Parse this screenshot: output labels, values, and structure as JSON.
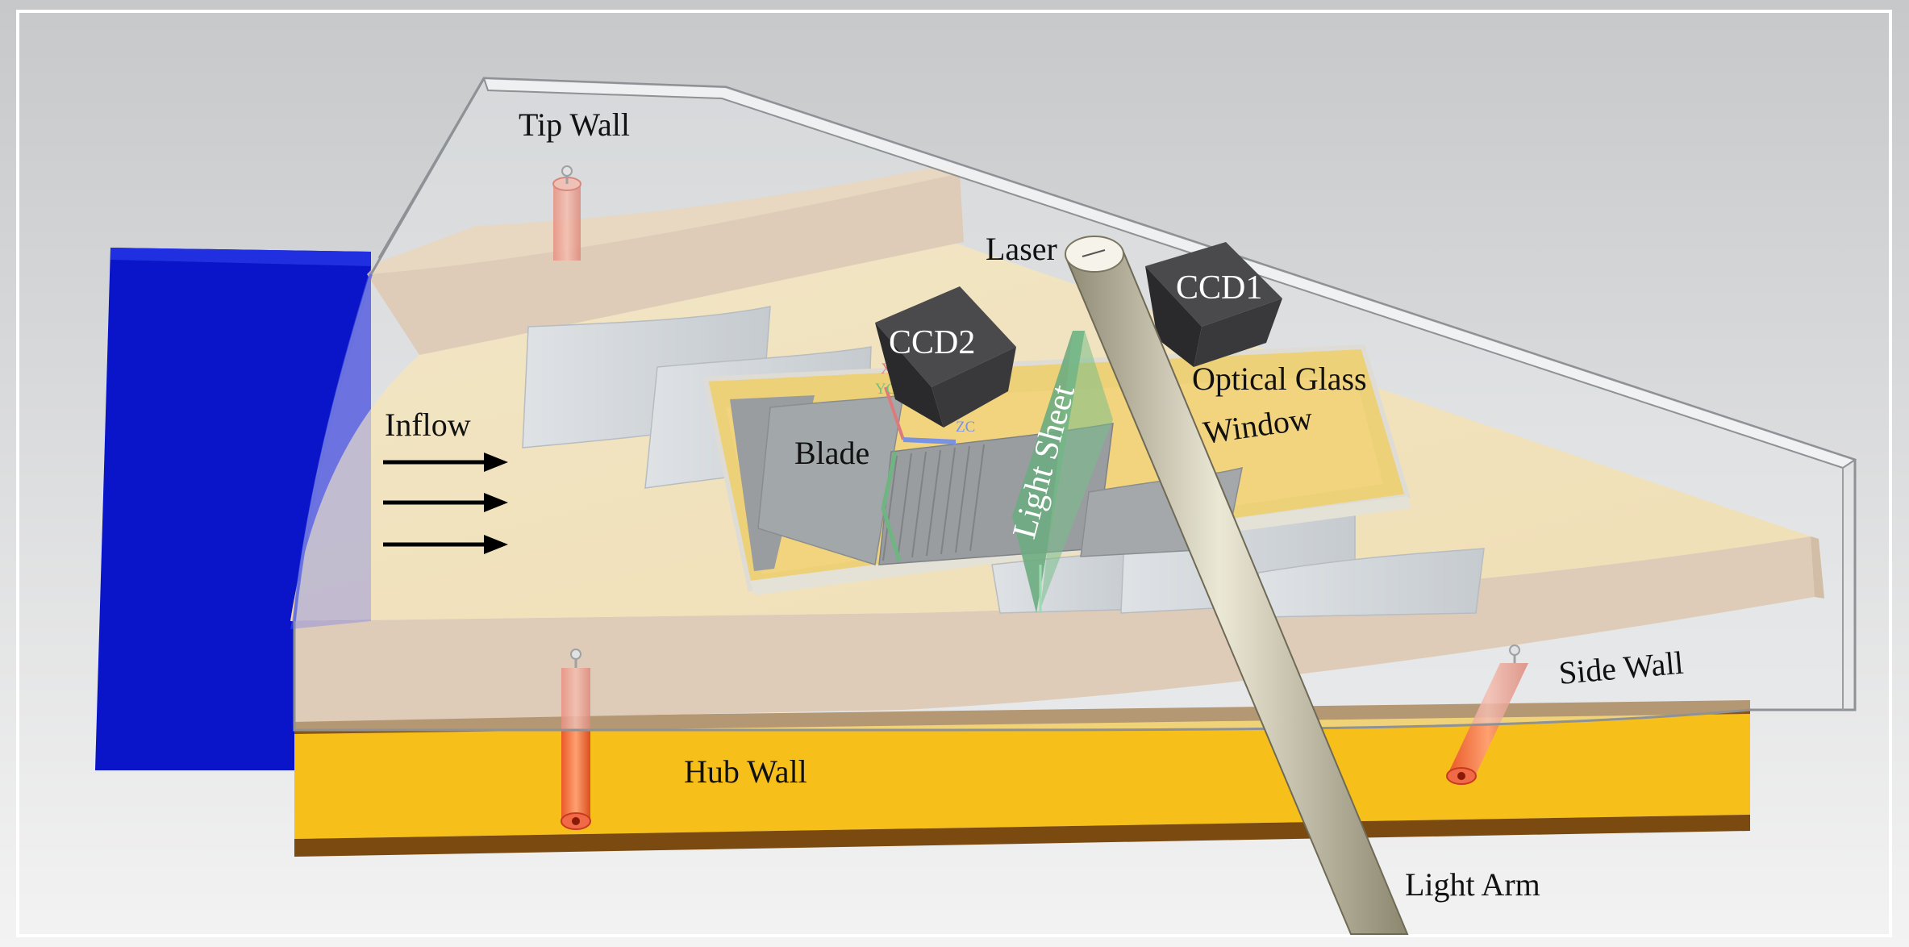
{
  "labels": {
    "tip_wall": "Tip Wall",
    "laser": "Laser",
    "ccd1": "CCD1",
    "ccd2": "CCD2",
    "optical_glass_line1": "Optical Glass",
    "optical_glass_line2": "Window",
    "inflow": "Inflow",
    "blade": "Blade",
    "light_sheet": "Light Sheet",
    "side_wall": "Side Wall",
    "hub_wall": "Hub Wall",
    "light_arm": "Light Arm",
    "axis_xc": "XC",
    "axis_yc": "YC",
    "axis_zc": "ZC"
  },
  "colors": {
    "background_top": "#c8cacb",
    "background_bottom": "#f4f4f4",
    "hub_wall": "#f7bf1a",
    "hub_floor": "#f9dd9a",
    "side_wall": "#d9b58e",
    "hub_base_stripe": "#7a4a10",
    "inlet_block": "#0a14c8",
    "blade": "#bfc6cc",
    "camera": "#3a3a3c",
    "light_arm": "#c9c4ad",
    "light_sheet": "#0a7a2a",
    "pressure_tap": "#f05a3a"
  }
}
